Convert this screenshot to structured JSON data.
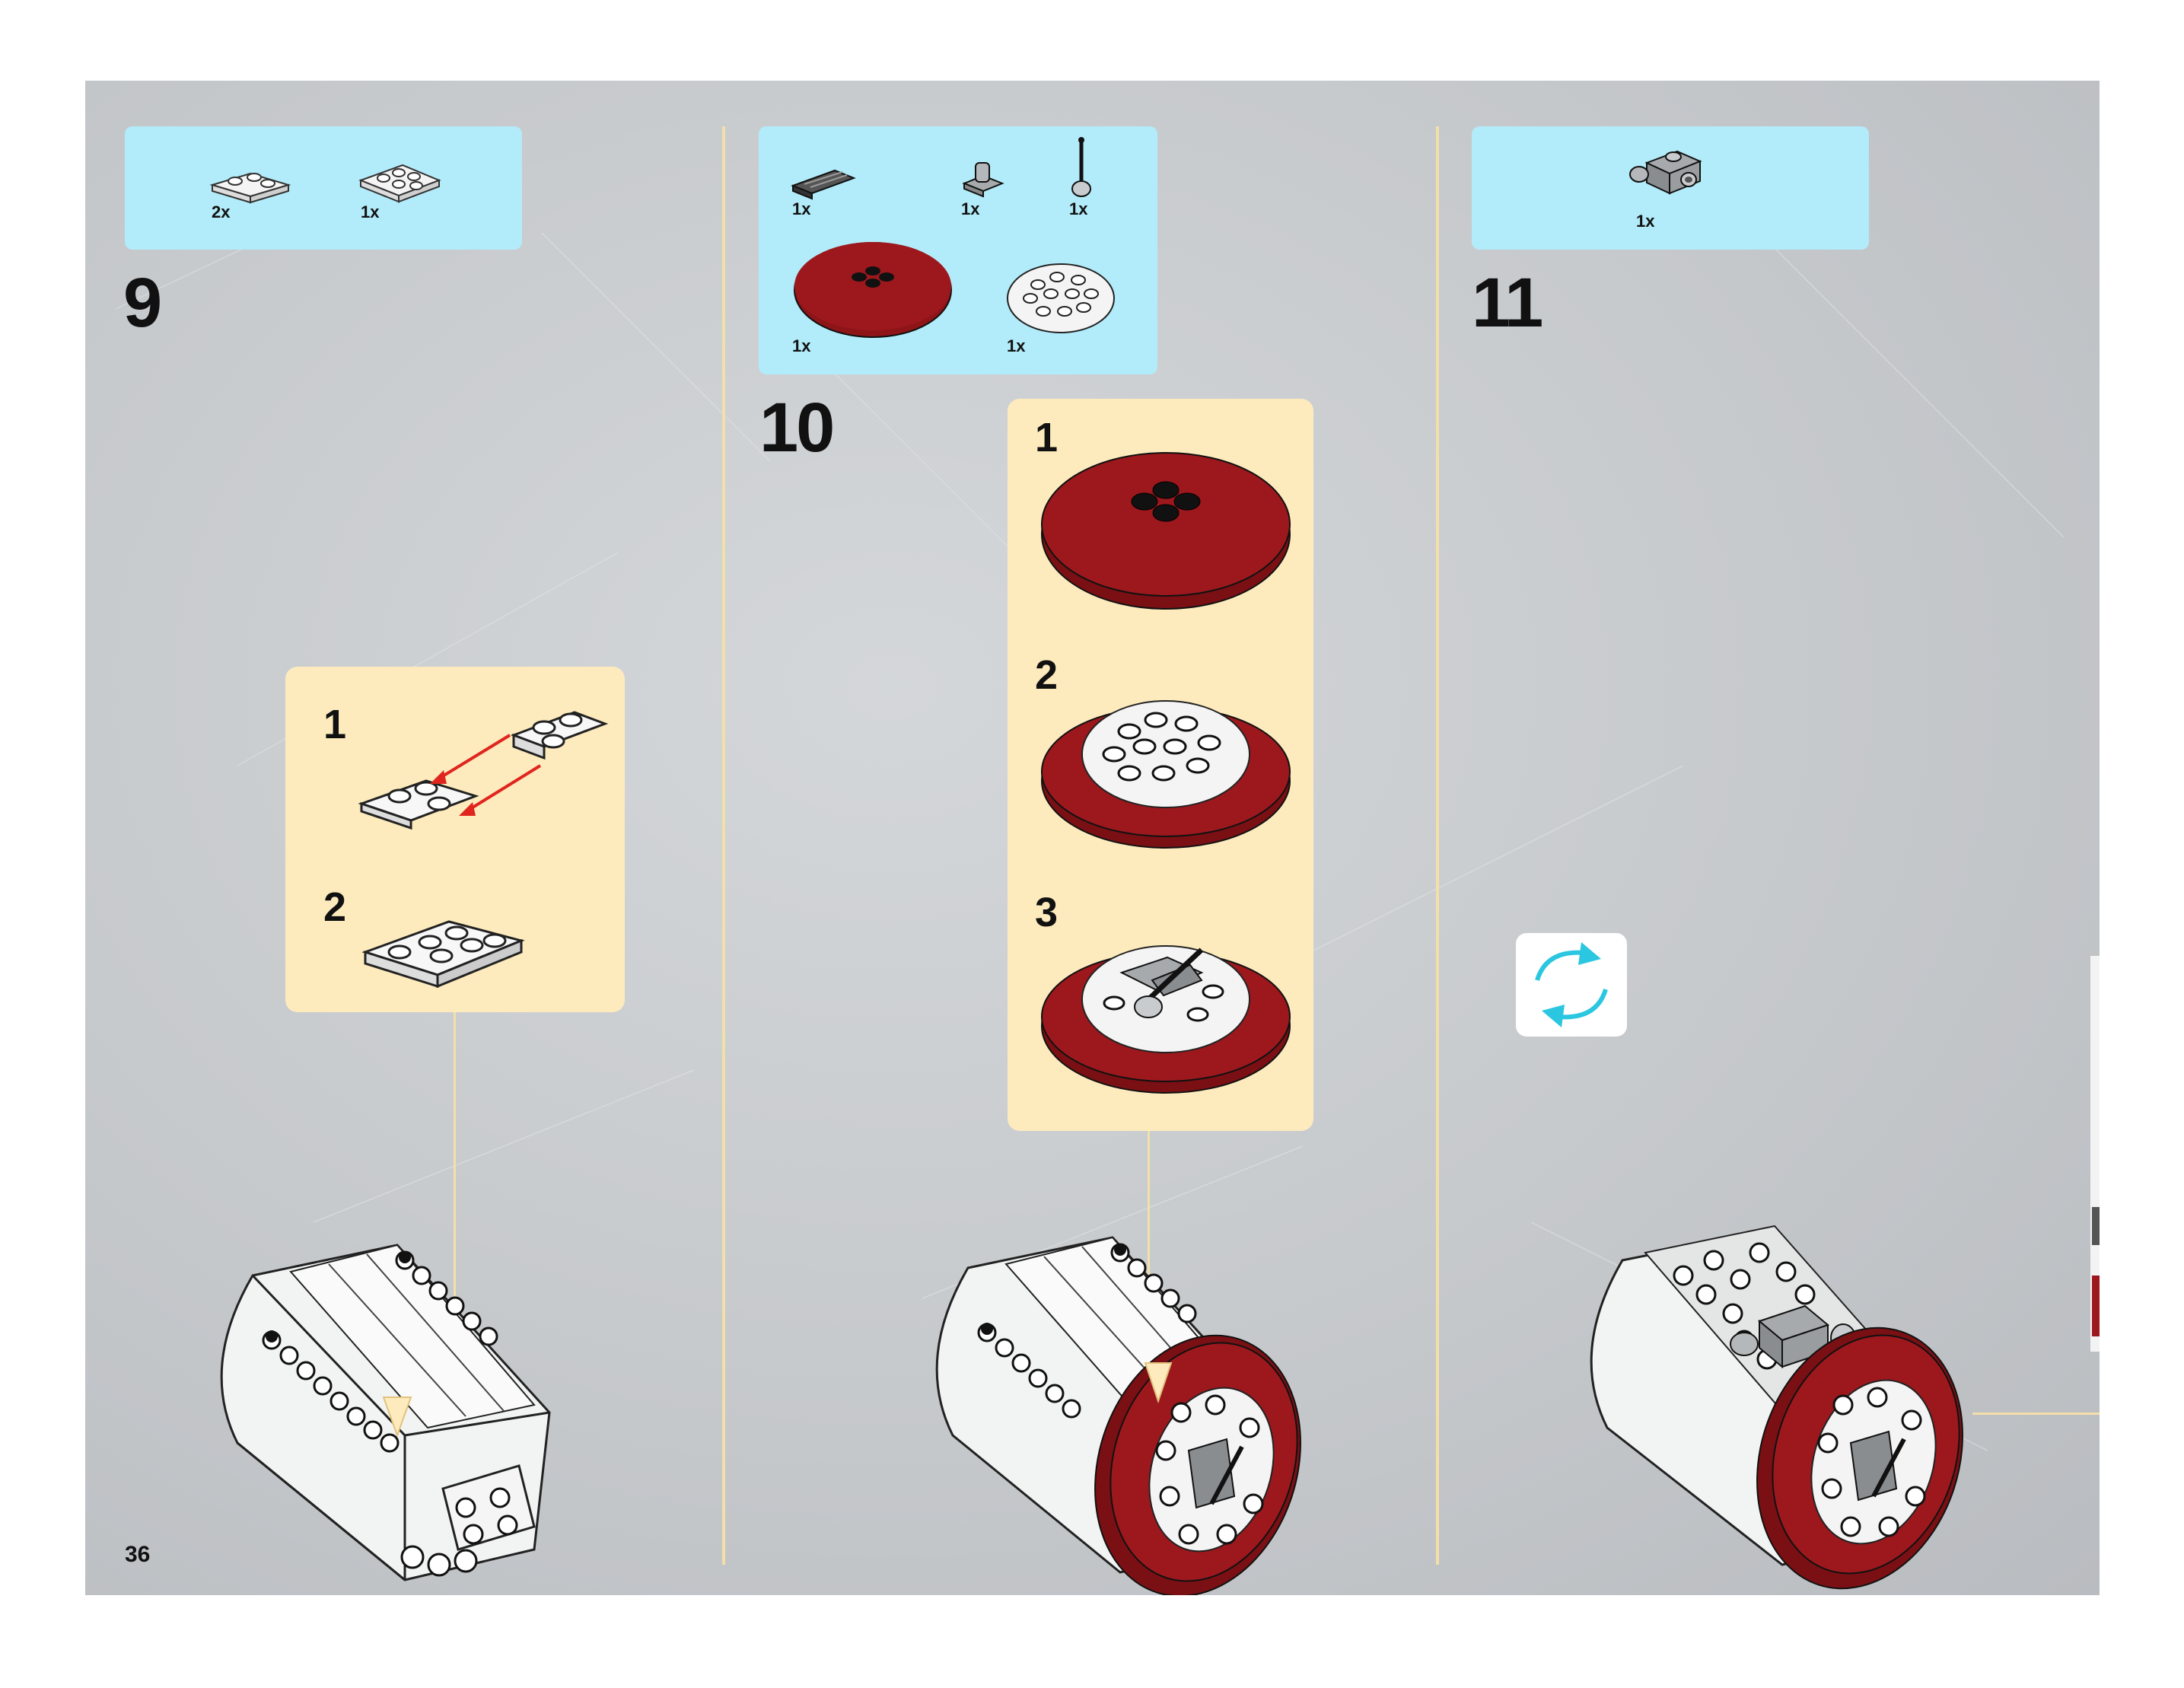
{
  "page_number": "36",
  "steps": [
    {
      "number": "9",
      "parts": [
        {
          "qty": "2x",
          "icon": "l-plate-icon"
        },
        {
          "qty": "1x",
          "icon": "plate-2x3-icon"
        }
      ],
      "substeps": [
        "1",
        "2"
      ]
    },
    {
      "number": "10",
      "parts": [
        {
          "qty": "1x",
          "icon": "tile-grille-icon"
        },
        {
          "qty": "1x",
          "icon": "clip-plate-icon"
        },
        {
          "qty": "1x",
          "icon": "lever-icon"
        },
        {
          "qty": "1x",
          "icon": "dark-red-round-dish-icon"
        },
        {
          "qty": "1x",
          "icon": "white-round-plate-icon"
        }
      ],
      "substeps": [
        "1",
        "2",
        "3"
      ]
    },
    {
      "number": "11",
      "parts": [
        {
          "qty": "1x",
          "icon": "cross-block-icon"
        }
      ],
      "rotate_icon": "rotate-model-icon"
    }
  ],
  "colors": {
    "background": "#c6c9cc",
    "parts_callout": "#b2ebf9",
    "substep_callout": "#fdebbd",
    "divider": "#f3dfa8",
    "dark_red": "#8e1418",
    "rotate_arrows": "#2bc6e0"
  }
}
